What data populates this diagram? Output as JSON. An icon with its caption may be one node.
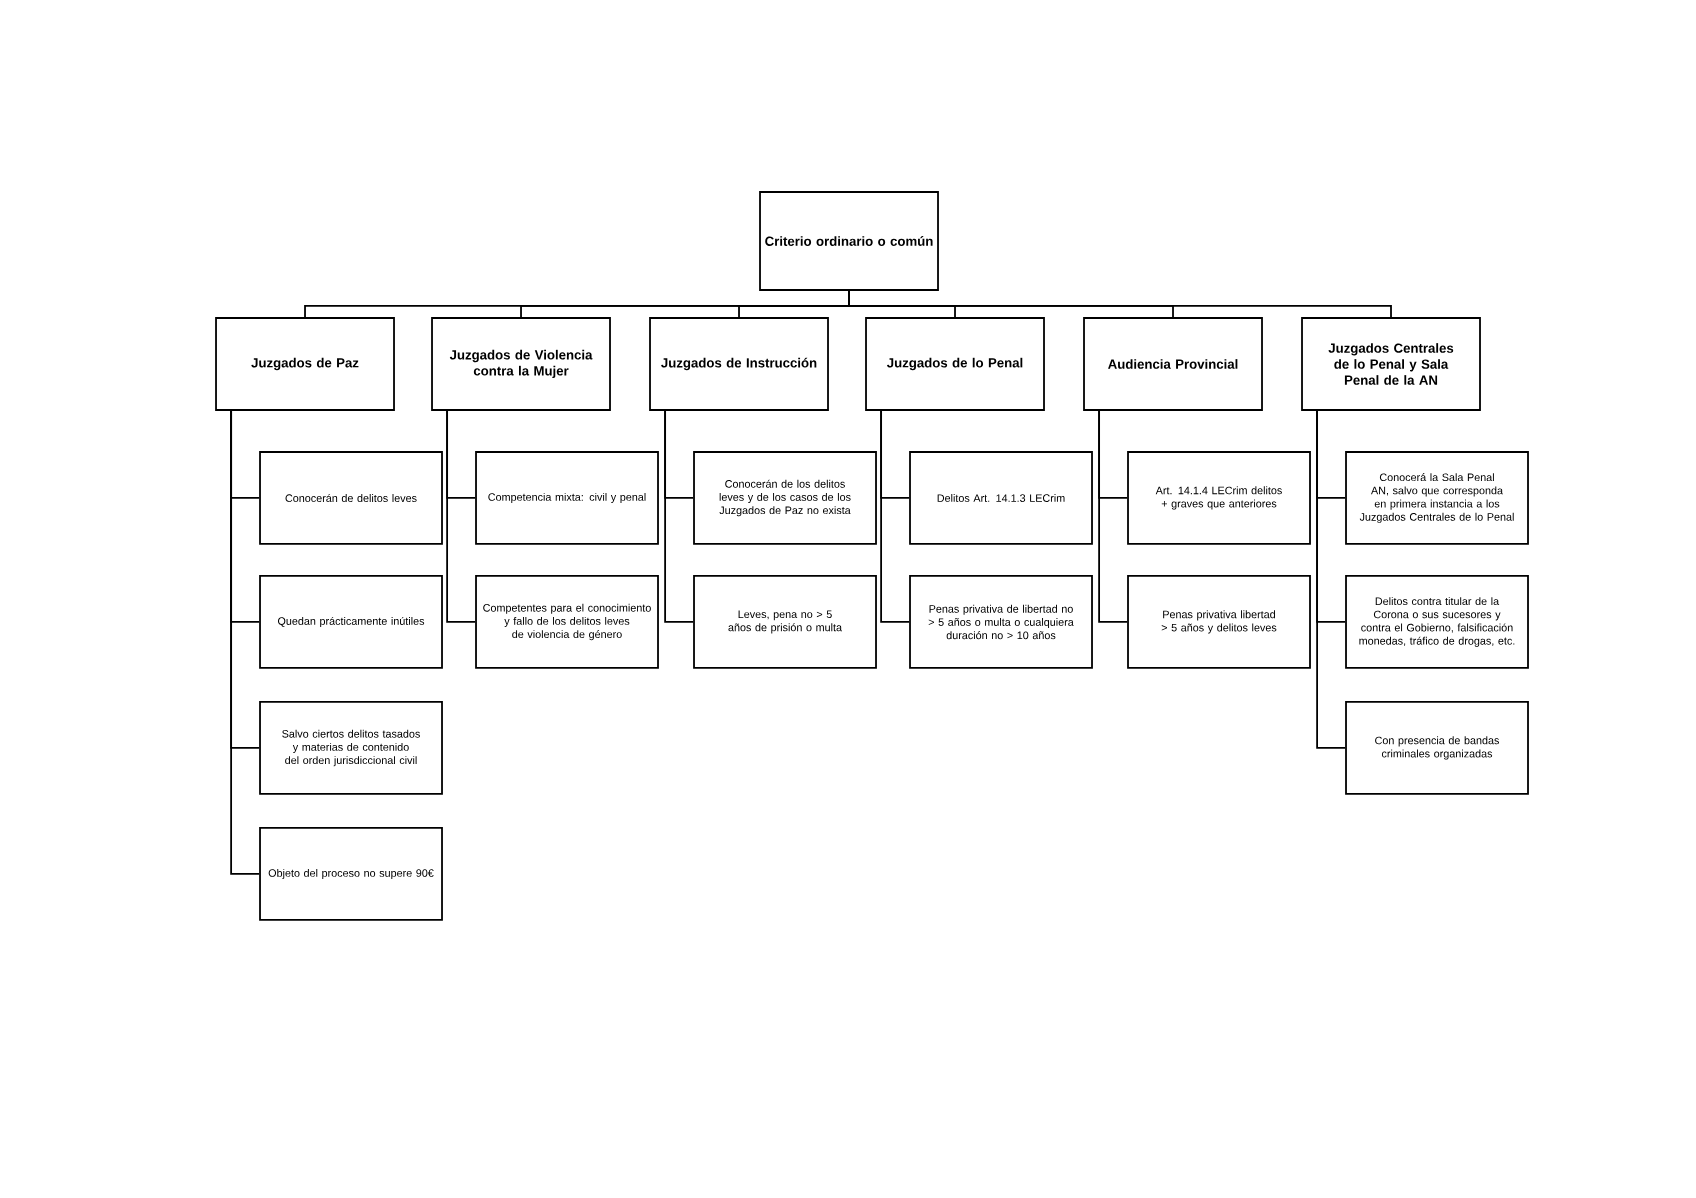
{
  "diagram": {
    "nodes": [
      {
        "text": [
          "Criterio ordinario o común"
        ]
      },
      {
        "text": [
          "Juzgados de Paz"
        ]
      },
      {
        "text": [
          "Juzgados de Violencia contra la Mujer"
        ]
      },
      {
        "text": [
          "Juzgados de Instrucción"
        ]
      },
      {
        "text": [
          "Juzgados de lo Penal"
        ]
      },
      {
        "text": [
          "Audiencia Provincial"
        ]
      },
      {
        "text": [
          "Juzgados Centrales de lo Penal y Sala Penal de la AN"
        ]
      },
      {
        "text": [
          "Conocerán de delitos leves"
        ]
      },
      {
        "text": [
          "Quedan prácticamente inútiles"
        ]
      },
      {
        "text": [
          "Salvo ciertos delitos tasados y materias de contenido del orden jurisdiccional civil"
        ]
      },
      {
        "text": [
          "Objeto del proceso no supere 90€"
        ]
      },
      {
        "text": [
          "Competencia mixta: civil y penal"
        ]
      },
      {
        "text": [
          "Competentes para el conocimiento y fallo de los delitos leves de violencia de género"
        ]
      },
      {
        "text": [
          "Conocerán de los delitos leves y de los casos de los Juzgados de Paz no exista"
        ]
      },
      {
        "text": [
          "Leves, pena no > 5 años de prisión o multa"
        ]
      },
      {
        "text": [
          "Delitos Art. 14.1.3 LECrim"
        ]
      },
      {
        "text": [
          "Penas privativa de libertad no > 5 años o multa o cualquiera duración no > 10 años"
        ]
      },
      {
        "text": [
          "Art. 14.1.4 LECrim delitos + graves que anteriores"
        ]
      },
      {
        "text": [
          "Penas privativa libertad > 5 años y delitos leves"
        ]
      },
      {
        "text": [
          "Conocerá la Sala Penal AN, salvo que corresponda en primera instancia a los Juzgados Centrales de lo Penal"
        ]
      },
      {
        "text": [
          "Delitos contra titular de la Corona o sus sucesores y contra el Gobierno, falsificación monedas, tráfico de drogas, etc."
        ]
      },
      {
        "text": [
          "Con presencia de bandas criminales organizadas"
        ]
      }
    ],
    "edges": [
      {
        "from": 0,
        "to": 1,
        "arrow": "none"
      },
      {
        "from": 0,
        "to": 2,
        "arrow": "none"
      },
      {
        "from": 0,
        "to": 3,
        "arrow": "none"
      },
      {
        "from": 0,
        "to": 4,
        "arrow": "none"
      },
      {
        "from": 0,
        "to": 5,
        "arrow": "none"
      },
      {
        "from": 0,
        "to": 6,
        "arrow": "none"
      },
      {
        "from": 1,
        "to": 7,
        "arrow": "none"
      },
      {
        "from": 1,
        "to": 8,
        "arrow": "none"
      },
      {
        "from": 1,
        "to": 9,
        "arrow": "none"
      },
      {
        "from": 1,
        "to": 10,
        "arrow": "none"
      },
      {
        "from": 2,
        "to": 11,
        "arrow": "none"
      },
      {
        "from": 2,
        "to": 12,
        "arrow": "none"
      },
      {
        "from": 3,
        "to": 13,
        "arrow": "none"
      },
      {
        "from": 3,
        "to": 14,
        "arrow": "none"
      },
      {
        "from": 4,
        "to": 15,
        "arrow": "none"
      },
      {
        "from": 4,
        "to": 16,
        "arrow": "none"
      },
      {
        "from": 5,
        "to": 17,
        "arrow": "none"
      },
      {
        "from": 5,
        "to": 18,
        "arrow": "none"
      },
      {
        "from": 6,
        "to": 19,
        "arrow": "none"
      },
      {
        "from": 6,
        "to": 20,
        "arrow": "none"
      },
      {
        "from": 6,
        "to": 21,
        "arrow": "none"
      }
    ]
  }
}
